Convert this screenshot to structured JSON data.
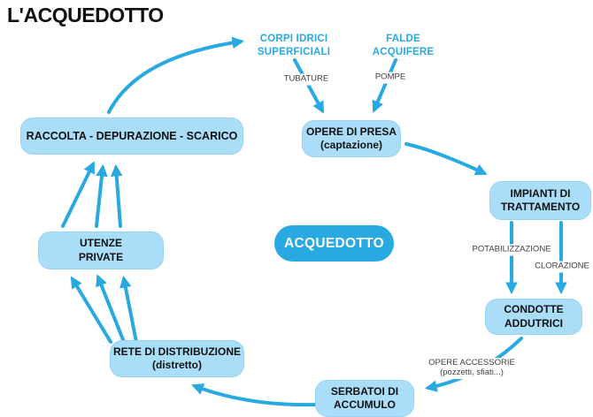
{
  "title": "L'ACQUEDOTTO",
  "colors": {
    "accent": "#29A9E1",
    "box_fill": "#A9DDF8",
    "box_border": "#97D4F6",
    "text_dark": "#121212",
    "label_gray": "#3d3d3d",
    "bg": "#ffffff"
  },
  "center": {
    "label": "ACQUEDOTTO"
  },
  "sources": {
    "corpi_idrici": {
      "line1": "CORPI IDRICI",
      "line2": "SUPERFICIALI"
    },
    "falde": {
      "line1": "FALDE",
      "line2": "ACQUIFERE"
    }
  },
  "edge_labels": {
    "tubature": "TUBATURE",
    "pompe": "POMPE",
    "potabilizzazione": "POTABILIZZAZIONE",
    "clorazione": "CLORAZIONE",
    "opere_accessorie_line1": "OPERE ACCESSORIE",
    "opere_accessorie_line2": "(pozzetti, sfiati...)"
  },
  "nodes": {
    "raccolta": {
      "line1": "RACCOLTA - DEPURAZIONE - SCARICO"
    },
    "opere_presa": {
      "line1": "OPERE DI PRESA",
      "line2": "(captazione)"
    },
    "impianti": {
      "line1": "IMPIANTI DI",
      "line2": "TRATTAMENTO"
    },
    "condotte": {
      "line1": "CONDOTTE",
      "line2": "ADDUTRICI"
    },
    "serbatoi": {
      "line1": "SERBATOI DI",
      "line2": "ACCUMULO"
    },
    "rete": {
      "line1": "RETE DI DISTRIBUZIONE",
      "line2": "(distretto)"
    },
    "utenze": {
      "line1": "UTENZE",
      "line2": "PRIVATE"
    }
  }
}
